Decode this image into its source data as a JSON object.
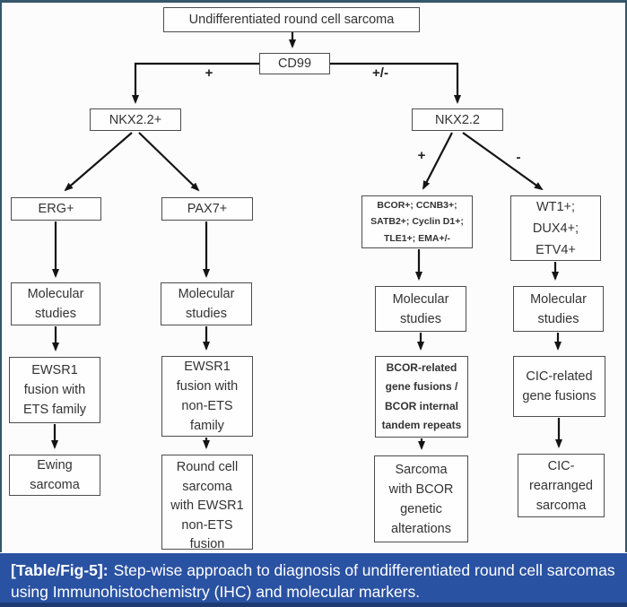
{
  "figure": {
    "nodes": {
      "root": "Undifferentiated round cell sarcoma",
      "cd99": "CD99",
      "nkx_pos": "NKX2.2+",
      "nkx": "NKX2.2",
      "erg": "ERG+",
      "pax7": "PAX7+",
      "bcor_ihc": "BCOR+; CCNB3+;\nSATB2+; Cyclin D1+;\nTLE1+; EMA+/-",
      "wt1_ihc": "WT1+;\nDUX4+;\nETV4+",
      "mol1": "Molecular\nstudies",
      "mol2": "Molecular\nstudies",
      "mol3": "Molecular\nstudies",
      "mol4": "Molecular\nstudies",
      "ewsr1_ets": "EWSR1\nfusion with\nETS family",
      "ewsr1_non_ets": "EWSR1\nfusion with\nnon-ETS\nfamily",
      "bcor_fusion": "BCOR-related\ngene fusions /\nBCOR internal\ntandem repeats",
      "cic_fusion": "CIC-related\ngene fusions",
      "ewing": "Ewing\nsarcoma",
      "rcs": "Round cell\nsarcoma\nwith EWSR1\nnon-ETS\nfusion",
      "bcor_sarcoma": "Sarcoma\nwith BCOR\ngenetic\nalterations",
      "cic_sarcoma": "CIC-\nrearranged\nsarcoma"
    },
    "edges": [
      {
        "from": "root",
        "to": "cd99"
      },
      {
        "from": "cd99",
        "to": "nkx_pos",
        "label": "+"
      },
      {
        "from": "cd99",
        "to": "nkx",
        "label": "+/-"
      },
      {
        "from": "nkx_pos",
        "to": "erg"
      },
      {
        "from": "nkx_pos",
        "to": "pax7"
      },
      {
        "from": "nkx",
        "to": "bcor_ihc",
        "label": "+"
      },
      {
        "from": "nkx",
        "to": "wt1_ihc",
        "label": "-"
      },
      {
        "from": "erg",
        "to": "mol1"
      },
      {
        "from": "mol1",
        "to": "ewsr1_ets"
      },
      {
        "from": "ewsr1_ets",
        "to": "ewing"
      },
      {
        "from": "pax7",
        "to": "mol2"
      },
      {
        "from": "mol2",
        "to": "ewsr1_non_ets"
      },
      {
        "from": "ewsr1_non_ets",
        "to": "rcs"
      },
      {
        "from": "bcor_ihc",
        "to": "mol3"
      },
      {
        "from": "mol3",
        "to": "bcor_fusion"
      },
      {
        "from": "bcor_fusion",
        "to": "bcor_sarcoma"
      },
      {
        "from": "wt1_ihc",
        "to": "mol4"
      },
      {
        "from": "mol4",
        "to": "cic_fusion"
      },
      {
        "from": "cic_fusion",
        "to": "cic_sarcoma"
      }
    ]
  },
  "caption": {
    "tag": "[Table/Fig-5]:",
    "text": "Step-wise approach to diagnosis of undifferentiated round cell sarcomas using Immunohistochemistry (IHC) and molecular markers."
  },
  "colors": {
    "caption_bg": "#2a52a2",
    "caption_strip": "#1d3a73",
    "frame": "#35566b",
    "box_border": "#4d4d4d",
    "text": "#333333",
    "arrow": "#141414"
  }
}
